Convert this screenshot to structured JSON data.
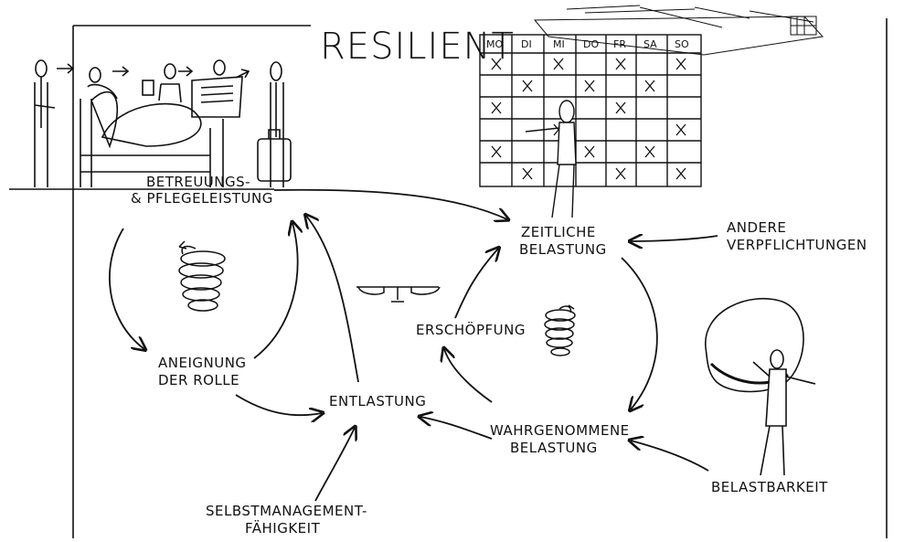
{
  "title": "RESILIENT",
  "nodes": {
    "betreuung_line1": "BETREUUNGS-",
    "betreuung_line2": "& PFLEGELEISTUNG",
    "zeitliche_line1": "ZEITLICHE",
    "zeitliche_line2": "BELASTUNG",
    "andere_line1": "ANDERE",
    "andere_line2": "VERPFLICHTUNGEN",
    "aneignung_line1": "ANEIGNUNG",
    "aneignung_line2": "DER ROLLE",
    "erschoepfung": "ERSCHÖPFUNG",
    "entlastung": "ENTLASTUNG",
    "wahrgenommene_line1": "WAHRGENOMMENE",
    "wahrgenommene_line2": "BELASTUNG",
    "belastbarkeit": "BELASTBARKEIT",
    "selbst_line1": "SELBSTMANAGEMENT-",
    "selbst_line2": "FÄHIGKEIT"
  },
  "calendar": {
    "days": [
      "MO",
      "DI",
      "MI",
      "DO",
      "FR",
      "SA",
      "SO"
    ],
    "mark": "X"
  },
  "icons": [
    "spiral-spring-icon",
    "balance-scale-icon",
    "calendar-icon",
    "person-bed-icon",
    "boulder-carrier-icon"
  ]
}
